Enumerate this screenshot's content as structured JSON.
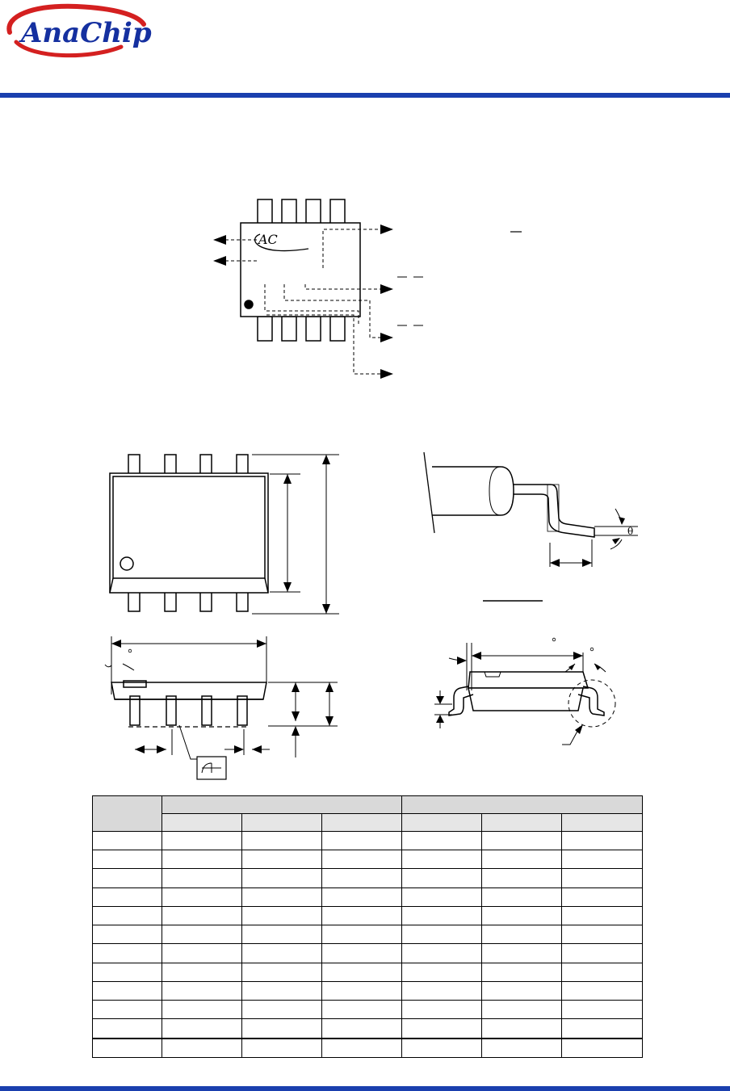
{
  "header": {
    "logo_text": "AnaChip",
    "brand_color": "#1530a0",
    "logo_arc_color": "#d42020",
    "rule_color": "#1a3fae"
  },
  "marking_diagram": {
    "chip_logo_text": "AC"
  },
  "side_view": {
    "angle_symbol": "θ"
  },
  "dimension_table": {
    "header_row_1": [
      "",
      "",
      ""
    ],
    "header_row_2": [
      "",
      "",
      "",
      "",
      "",
      ""
    ],
    "rows": [
      [
        "",
        "",
        "",
        "",
        "",
        "",
        ""
      ],
      [
        "",
        "",
        "",
        "",
        "",
        "",
        ""
      ],
      [
        "",
        "",
        "",
        "",
        "",
        "",
        ""
      ],
      [
        "",
        "",
        "",
        "",
        "",
        "",
        ""
      ],
      [
        "",
        "",
        "",
        "",
        "",
        "",
        ""
      ],
      [
        "",
        "",
        "",
        "",
        "",
        "",
        ""
      ],
      [
        "",
        "",
        "",
        "",
        "",
        "",
        ""
      ],
      [
        "",
        "",
        "",
        "",
        "",
        "",
        ""
      ],
      [
        "",
        "",
        "",
        "",
        "",
        "",
        ""
      ],
      [
        "",
        "",
        "",
        "",
        "",
        "",
        ""
      ],
      [
        "",
        "",
        "",
        "",
        "",
        "",
        ""
      ],
      [
        "",
        "",
        "",
        "",
        "",
        "",
        ""
      ]
    ]
  }
}
